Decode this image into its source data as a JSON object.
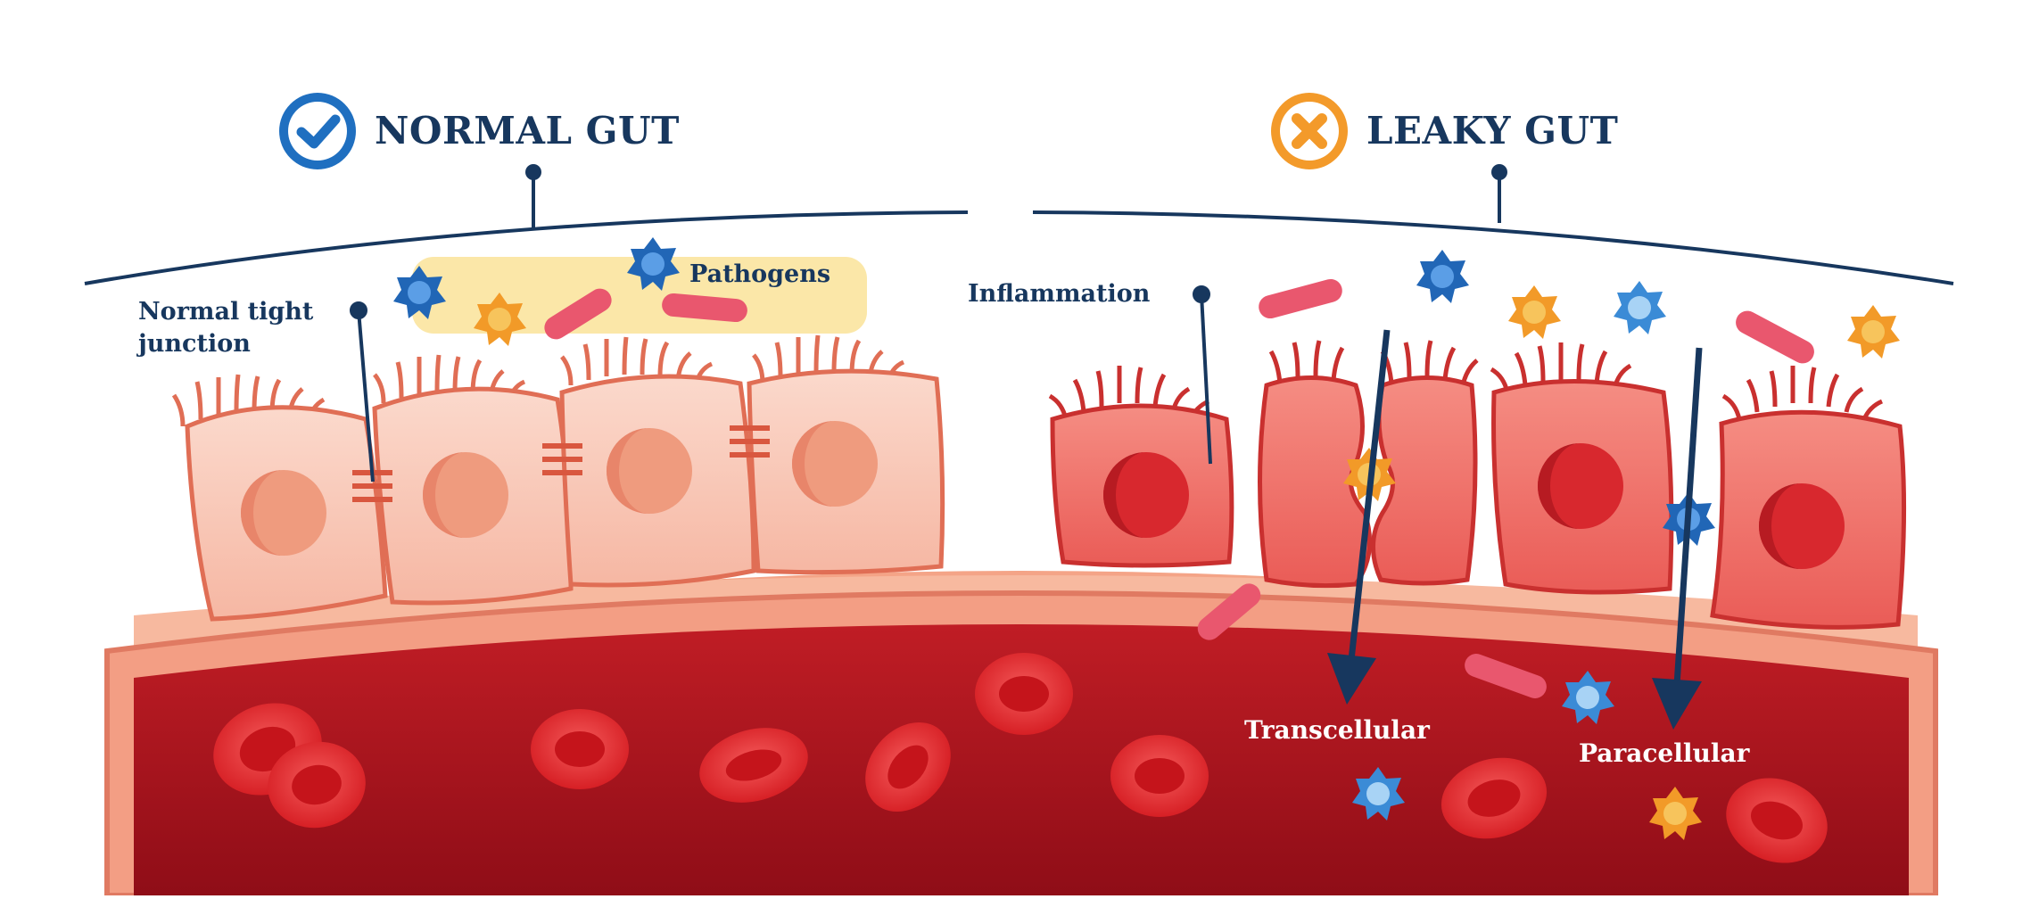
{
  "normal": {
    "title": "NORMAL GUT",
    "icon": "check-icon",
    "color": "#1f6fc0"
  },
  "leaky": {
    "title": "LEAKY GUT",
    "icon": "cross-icon",
    "color": "#f39a2a"
  },
  "labels": {
    "tight_junction_line1": "Normal tight",
    "tight_junction_line2": "junction",
    "pathogens": "Pathogens",
    "inflammation": "Inflammation",
    "transcellular": "Transcellular",
    "paracellular": "Paracellular"
  },
  "colors": {
    "label_text": "#17375e",
    "normal_cell": "#f7c0ae",
    "inflamed_cell": "#ee6b63",
    "blood_vessel": "#a8121c",
    "pathogen_zone": "#fbe7a8"
  }
}
